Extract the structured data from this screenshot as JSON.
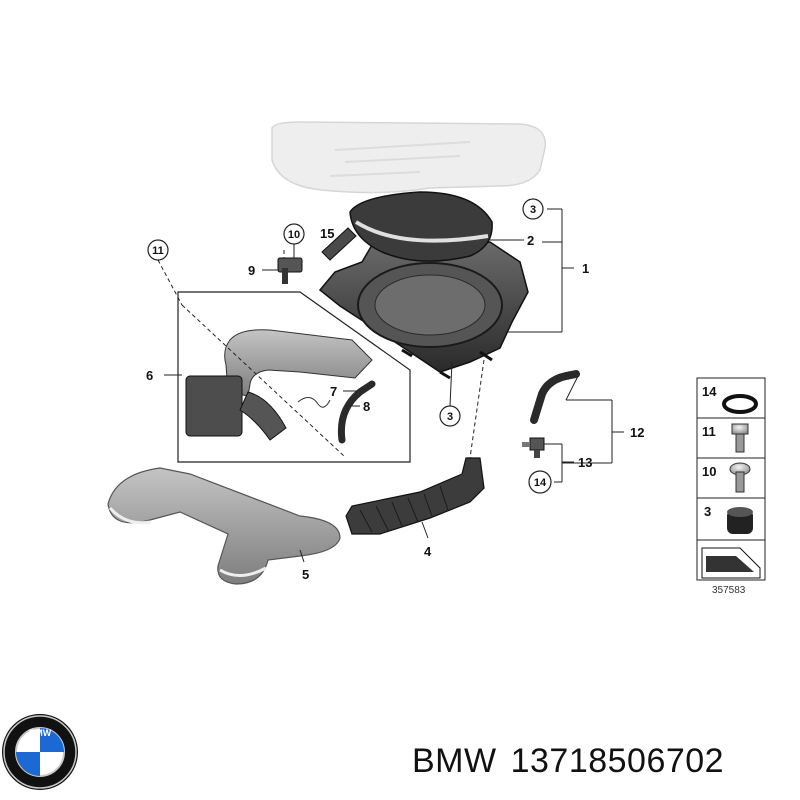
{
  "labels": {
    "item_1": "1",
    "item_2": "2",
    "item_3": "3",
    "item_4": "4",
    "item_5": "5",
    "item_6": "6",
    "item_7": "7",
    "item_8": "8",
    "item_9": "9",
    "item_10": "10",
    "item_11": "11",
    "item_12": "12",
    "item_13": "13",
    "item_14": "14",
    "item_15": "15"
  },
  "legend": [
    {
      "num": "14",
      "icon": "o-ring-icon"
    },
    {
      "num": "11",
      "icon": "bolt-icon"
    },
    {
      "num": "10",
      "icon": "screw-icon"
    },
    {
      "num": "3",
      "icon": "rubber-grommet-icon"
    }
  ],
  "diagram_ref": "357583",
  "caption": {
    "brand": "BMW",
    "part_number": "13718506702"
  },
  "logo": {
    "text": "BMW",
    "colors": {
      "blue": "#1c69d4",
      "ring": "#111111",
      "chrome": "#c8c8c8"
    }
  }
}
